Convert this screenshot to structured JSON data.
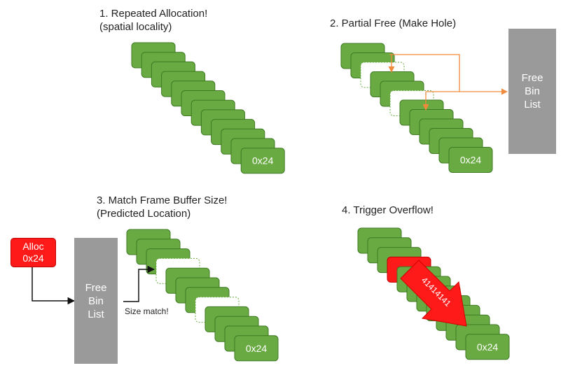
{
  "panels": [
    {
      "title_line1": "1. Repeated Allocation!",
      "title_line2": "(spatial locality)"
    },
    {
      "title_line1": "2. Partial Free (Make Hole)"
    },
    {
      "title_line1": "3. Match Frame Buffer Size!",
      "title_line2": "(Predicted Location)"
    },
    {
      "title_line1": "4. Trigger Overflow!"
    }
  ],
  "chunk_label": "0x24",
  "free_bin_lines": [
    "Free",
    "Bin",
    "List"
  ],
  "alloc_lines": [
    "Alloc",
    "0x24"
  ],
  "size_match_label": "Size match!",
  "overflow_label": "41414141",
  "colors": {
    "chunk_fill": "#6aaa43",
    "chunk_border": "#3d7a22",
    "hole_border": "#6aaa43",
    "free_arrow": "#f08a3c",
    "bin_fill": "#9a9a9a",
    "alloc_fill": "#ff1a1a",
    "overflow_fill": "#ff1a1a"
  }
}
